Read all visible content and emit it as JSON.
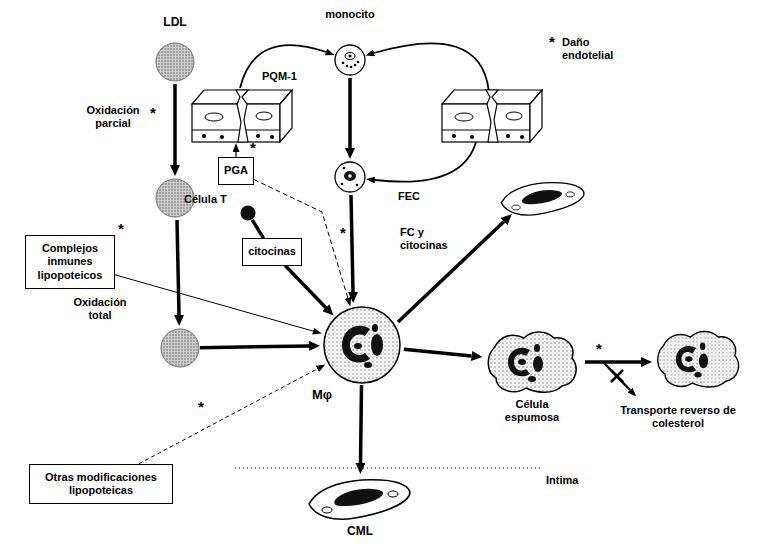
{
  "diagram": {
    "nodes": [
      {
        "text": [
          "LDL"
        ]
      },
      {
        "text": [
          "monocito"
        ]
      },
      {
        "text": [
          "Daño endotelial"
        ]
      },
      {
        "text": [
          "PGA"
        ]
      },
      {
        "text": [
          "Célula T"
        ]
      },
      {
        "text": [
          "citocinas"
        ]
      },
      {
        "text": [
          "Complejos inmunes lipopoteicos"
        ]
      },
      {
        "text": [
          "Oxidación total"
        ]
      },
      {
        "text": [
          "Mφ"
        ]
      },
      {
        "text": [
          "Célula espumosa"
        ]
      },
      {
        "text": [
          "Otras modificaciones lipopoteicas"
        ]
      },
      {
        "text": [
          "CML"
        ]
      }
    ],
    "edges": [
      {
        "from": 2,
        "to": 1,
        "arrow": "to"
      },
      {
        "from": 4,
        "to": 5,
        "arrow": "none"
      },
      {
        "from": 5,
        "to": 8,
        "arrow": "to"
      },
      {
        "from": 3,
        "to": 8,
        "arrow": "to"
      },
      {
        "from": 6,
        "to": 8,
        "arrow": "to"
      },
      {
        "from": 7,
        "to": 8,
        "arrow": "to"
      },
      {
        "from": 10,
        "to": 8,
        "arrow": "to"
      },
      {
        "from": 8,
        "to": 9,
        "arrow": "to"
      },
      {
        "from": 8,
        "to": 11,
        "arrow": "to"
      }
    ],
    "labels": [
      "*",
      "PQM-1",
      "Oxidación parcial",
      "*",
      "*",
      "FEC",
      "*",
      "*",
      "FC y citocinas",
      "*",
      "*",
      "Transporte reverso de colesterol",
      "Intima"
    ]
  }
}
